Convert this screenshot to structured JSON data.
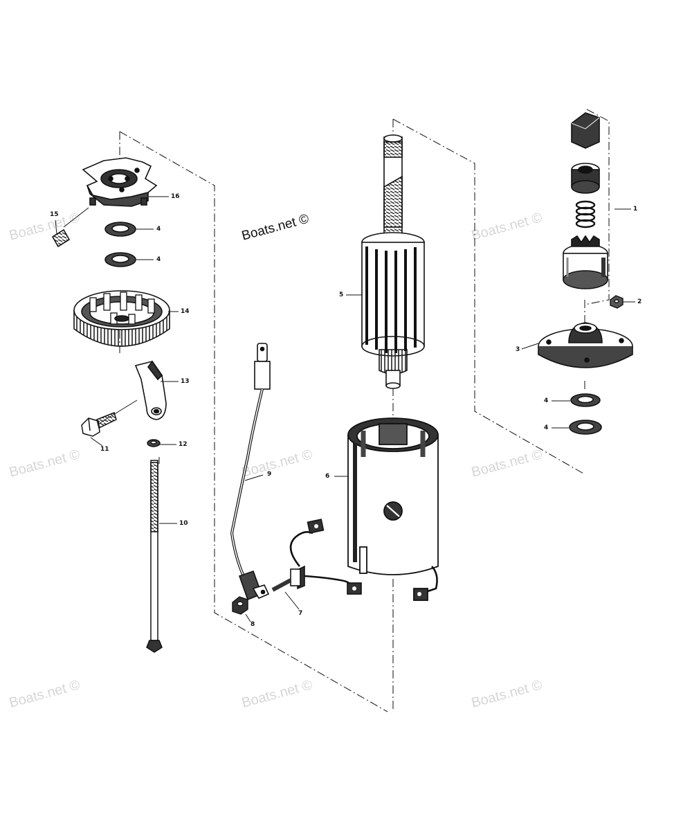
{
  "diagram": {
    "brand_label": "Boats.net ©",
    "watermark_text": "Boats.net ©",
    "ink_color": "#111111",
    "watermark_color": "#d6d6d6",
    "parts": [
      {
        "ref": "1",
        "part": "drive-assembly"
      },
      {
        "ref": "2",
        "part": "nut"
      },
      {
        "ref": "3",
        "part": "end-cap"
      },
      {
        "ref": "4",
        "part": "washer"
      },
      {
        "ref": "5",
        "part": "armature"
      },
      {
        "ref": "6",
        "part": "frame"
      },
      {
        "ref": "7",
        "part": "brush-holder-set"
      },
      {
        "ref": "8",
        "part": "nut"
      },
      {
        "ref": "9",
        "part": "lead-cable"
      },
      {
        "ref": "10",
        "part": "through-bolt"
      },
      {
        "ref": "11",
        "part": "bolt"
      },
      {
        "ref": "12",
        "part": "lockwasher"
      },
      {
        "ref": "13",
        "part": "bracket"
      },
      {
        "ref": "14",
        "part": "commutator-end-cap"
      },
      {
        "ref": "15",
        "part": "screw"
      },
      {
        "ref": "16",
        "part": "brush-plate"
      }
    ]
  }
}
